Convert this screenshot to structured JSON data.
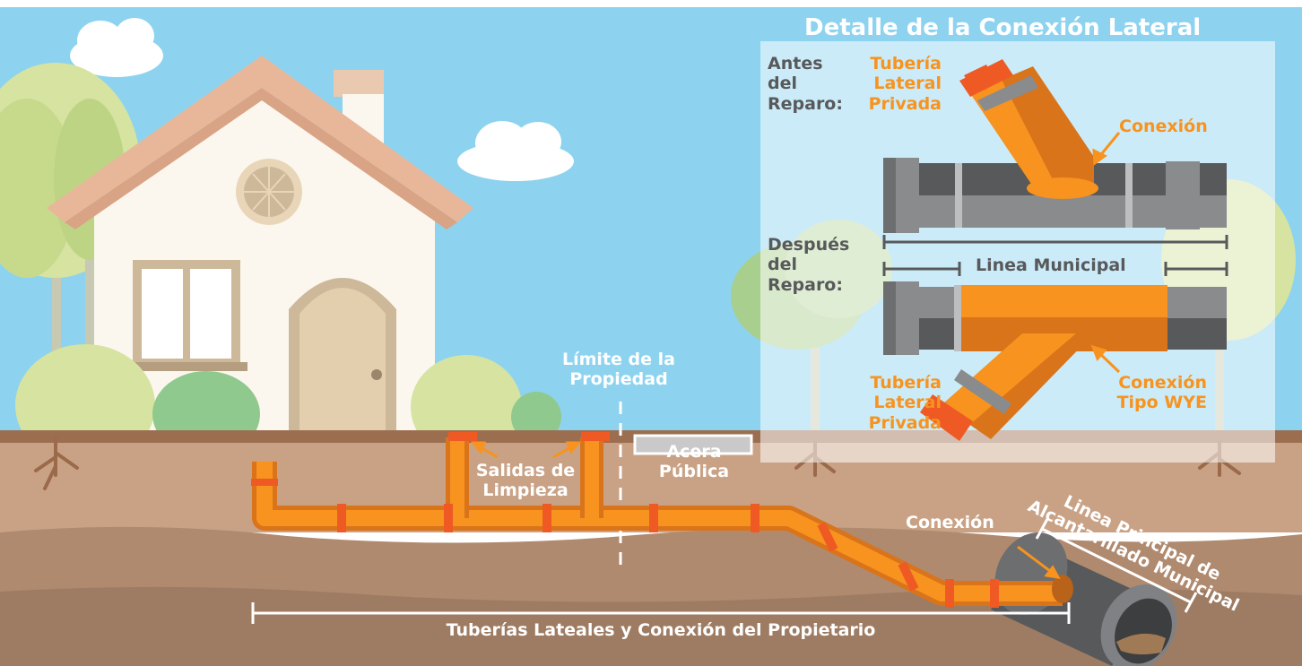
{
  "detail": {
    "title": "Detalle de la Conexión Lateral",
    "before_label": [
      "Antes",
      "del",
      "Reparo:"
    ],
    "after_label": [
      "Después",
      "del",
      "Reparo:"
    ],
    "lateral_top": [
      "Tubería",
      "Lateral",
      "Privada"
    ],
    "connection_top": "Conexión",
    "municipal_line": "Linea Municipal",
    "lateral_bottom": [
      "Tubería",
      "Lateral",
      "Privada"
    ],
    "wye_connection": [
      "Conexión",
      "Tipo WYE"
    ]
  },
  "main": {
    "property_limit": [
      "Límite de la",
      "Propiedad"
    ],
    "cleanouts": [
      "Salidas de",
      "Limpieza"
    ],
    "sidewalk": [
      "Acera",
      "Pública"
    ],
    "connection": "Conexión",
    "main_line": [
      "Linea Principal de",
      "Alcantarillado Municipal"
    ],
    "owner_span": "Tuberías Lateales y Conexión del Propietario"
  },
  "colors": {
    "sky": "#8dd3ef",
    "orange_pipe": "#f7931e",
    "orange_dark": "#d9741b",
    "orange_band": "#ef5a24",
    "gray_pipe": "#8a8b8d",
    "gray_dark": "#58595b"
  }
}
